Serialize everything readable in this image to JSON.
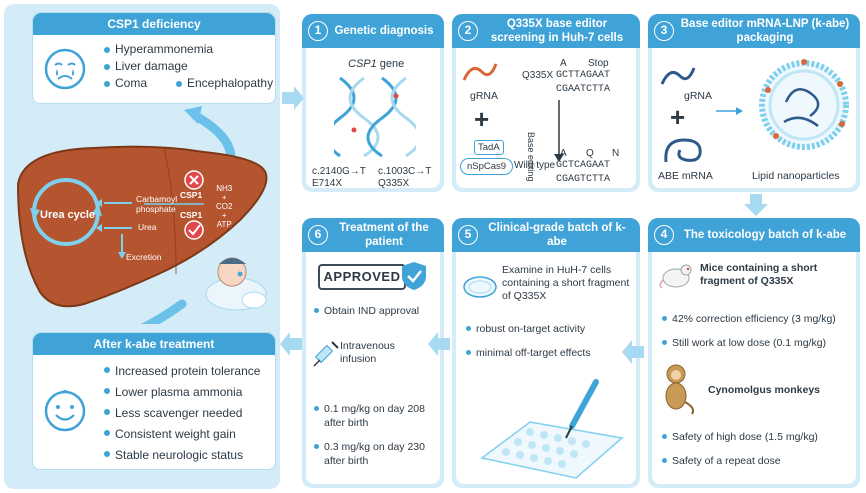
{
  "deficiency": {
    "title": "CSP1 deficiency",
    "items": [
      "Hyperammonemia",
      "Liver damage",
      "Coma",
      "Encephalopathy"
    ]
  },
  "liver": {
    "urea_cycle": "Urea cycle",
    "carbamoyl": "Carbamoyl\nphosphate",
    "urea": "Urea",
    "excretion": "Excretion",
    "csp1_top": "CSP1",
    "csp1_bottom": "CSP1",
    "substrates": "NH3\n+\nCO2\n+\nATP"
  },
  "after": {
    "title": "After k-abe treatment",
    "items": [
      "Increased protein tolerance",
      "Lower plasma ammonia",
      "Less scavenger needed",
      "Consistent weight gain",
      "Stable neurologic status"
    ]
  },
  "step1": {
    "num": "1",
    "title": "Genetic diagnosis",
    "gene_label": "CSP1",
    "gene_suffix": " gene",
    "mut1_line1": "c.2140G→T",
    "mut1_line2": "E714X",
    "mut2_line1": "c.1003C→T",
    "mut2_line2": "Q335X"
  },
  "step2": {
    "num": "2",
    "title": "Q335X base editor screening in Huh-7 cells",
    "grna": "gRNA",
    "tada": "TadA",
    "nspcas9": "nSpCas9",
    "q335x": "Q335X",
    "base_editing": "Base editing",
    "wild_type": "Wild type",
    "mut_codons": [
      "A",
      "Stop"
    ],
    "mut_seq1": "GCTTAGAAT",
    "mut_seq2": "CGAATCTTA",
    "wt_codons": [
      "A",
      "Q",
      "N"
    ],
    "wt_seq1": "GCTCAGAAT",
    "wt_seq2": "CGAGTCTTA"
  },
  "step3": {
    "num": "3",
    "title": "Base editor mRNA-LNP (k-abe) packaging",
    "grna": "gRNA",
    "abe": "ABE mRNA",
    "lnp": "Lipid nanoparticles"
  },
  "step4": {
    "num": "4",
    "title": "The toxicology batch of k-abe",
    "mice": "Mice containing a short fragment of Q335X",
    "items": [
      "42% correction efficiency (3 mg/kg)",
      "Still work at low dose (0.1 mg/kg)"
    ],
    "monkey": "Cynomolgus monkeys",
    "items2": [
      "Safety of high dose (1.5 mg/kg)",
      "Safety of a repeat dose"
    ]
  },
  "step5": {
    "num": "5",
    "title": "Clinical-grade batch of k-abe",
    "examine": "Examine in HuH-7 cells containing a short fragment of Q335X",
    "items": [
      "robust on-target activity",
      "minimal off-target effects"
    ]
  },
  "step6": {
    "num": "6",
    "title": "Treatment of the patient",
    "approved": "APPROVED",
    "ind": "Obtain IND approval",
    "infusion": "Intravenous infusion",
    "dose1": "0.1 mg/kg on day 208 after birth",
    "dose2": "0.3 mg/kg on day 230 after birth"
  },
  "colors": {
    "accent": "#3fa3d8",
    "panel": "#d3ecf8",
    "liver": "#b5552f",
    "red": "#e0484a",
    "orange": "#d9673a"
  }
}
